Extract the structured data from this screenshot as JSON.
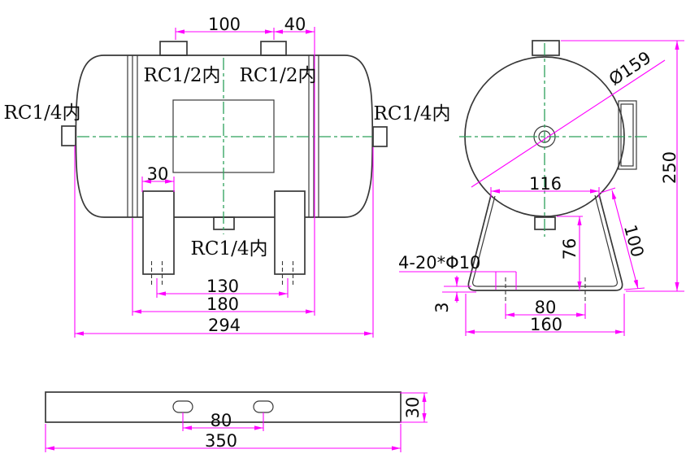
{
  "drawing": {
    "title": "air-receiver-tank-three-views",
    "colors": {
      "object_line": "#383838",
      "dimension_line": "#ff00ff",
      "centerline": "#2ca05a",
      "text": "#0a0a0a",
      "background": "#ffffff"
    },
    "side_view": {
      "labels": {
        "top_left_port": "RC1/2内",
        "top_right_port": "RC1/2内",
        "left_port": "RC1/4内",
        "right_port": "RC1/4内",
        "bottom_port": "RC1/4内"
      },
      "dimensions": {
        "port_spacing": "100",
        "port_to_seam": "40",
        "leg_width": "30",
        "hole_spacing": "130",
        "shell_length": "180",
        "overall_length": "294"
      }
    },
    "end_view": {
      "labels": {
        "mounting_holes": "4-20*Φ10"
      },
      "dimensions": {
        "diameter": "Ø159",
        "overall_height": "250",
        "stand_top_width": "116",
        "stand_side_length": "100",
        "stand_height": "76",
        "hole_spacing": "80",
        "base_width": "160",
        "sheet_thickness": "3"
      }
    },
    "bottom_view": {
      "dimensions": {
        "slot_spacing": "80",
        "plate_length": "350",
        "plate_width": "30"
      }
    }
  }
}
